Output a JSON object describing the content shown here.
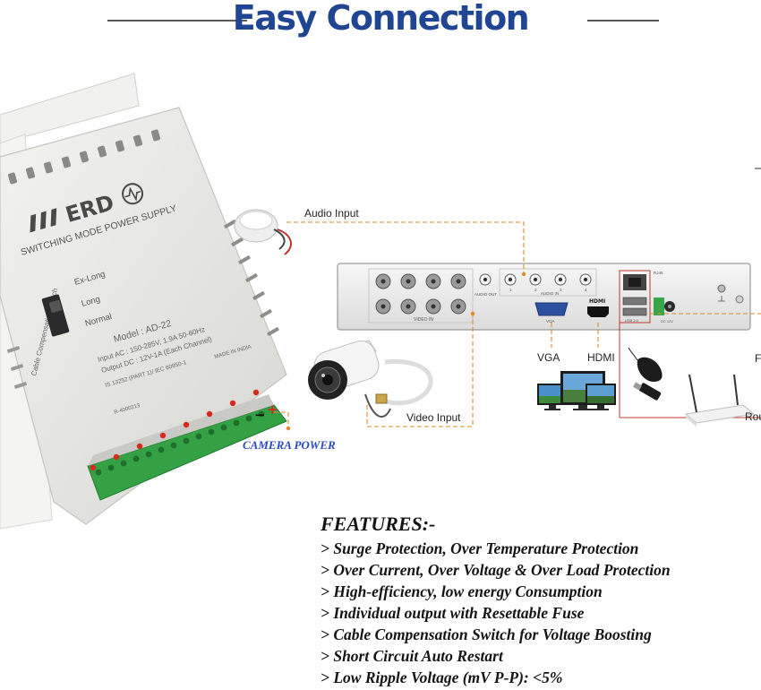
{
  "header": {
    "title": "Easy Connection"
  },
  "psu": {
    "brand": "ERD",
    "subtitle": "SWITCHING MODE POWER SUPPLY",
    "switch_label": "Cable Compensation Switch",
    "switch_options": [
      "Ex-Long",
      "Long",
      "Normal"
    ],
    "model": "Model : AD-22",
    "input": "Input AC : 150-285V, 1.9A 50-60Hz",
    "output": "Output DC : 12V-1A (Each Channel)",
    "standard": "IS 13252 (PART 1)/ IEC 60950-1",
    "made_in": "MADE IN INDIA",
    "reg": "R-4000213",
    "polarity_minus": "−",
    "polarity_plus": "+"
  },
  "labels": {
    "audio_input": "Audio Input",
    "video_input": "Video Input",
    "camera_power": "CAMERA POWER",
    "vga": "VGA",
    "hdmi": "HDMI",
    "router": "Rou",
    "right_edge": "F"
  },
  "dvr": {
    "video_in": "VIDEO IN",
    "audio_in": "AUDIO IN",
    "audio_out": "AUDIO OUT",
    "vga_port": "VGA",
    "hdmi_port": "HDMI",
    "rj45": "RJ45",
    "usb": "USB 2.0",
    "dc": "DC 12V",
    "audio_channels": [
      "1",
      "2",
      "3",
      "4"
    ]
  },
  "features": {
    "heading": "FEATURES:-",
    "items": [
      "> Surge Protection, Over Temperature Protection",
      "> Over Current, Over Voltage & Over Load Protection",
      "> High-efficiency, low energy Consumption",
      "> Individual output with Resettable Fuse",
      "> Cable Compensation Switch for Voltage Boosting",
      "> Short Circuit Auto Restart",
      "> Low Ripple Voltage (mV P-P): <5%"
    ]
  },
  "colors": {
    "title": "#1f4593",
    "camera_power": "#2c4cb8",
    "dashed_line": "#e08a2a",
    "router_box": "#c0392b",
    "terminal_green": "#3aa64a",
    "led_red": "#d9281e"
  }
}
